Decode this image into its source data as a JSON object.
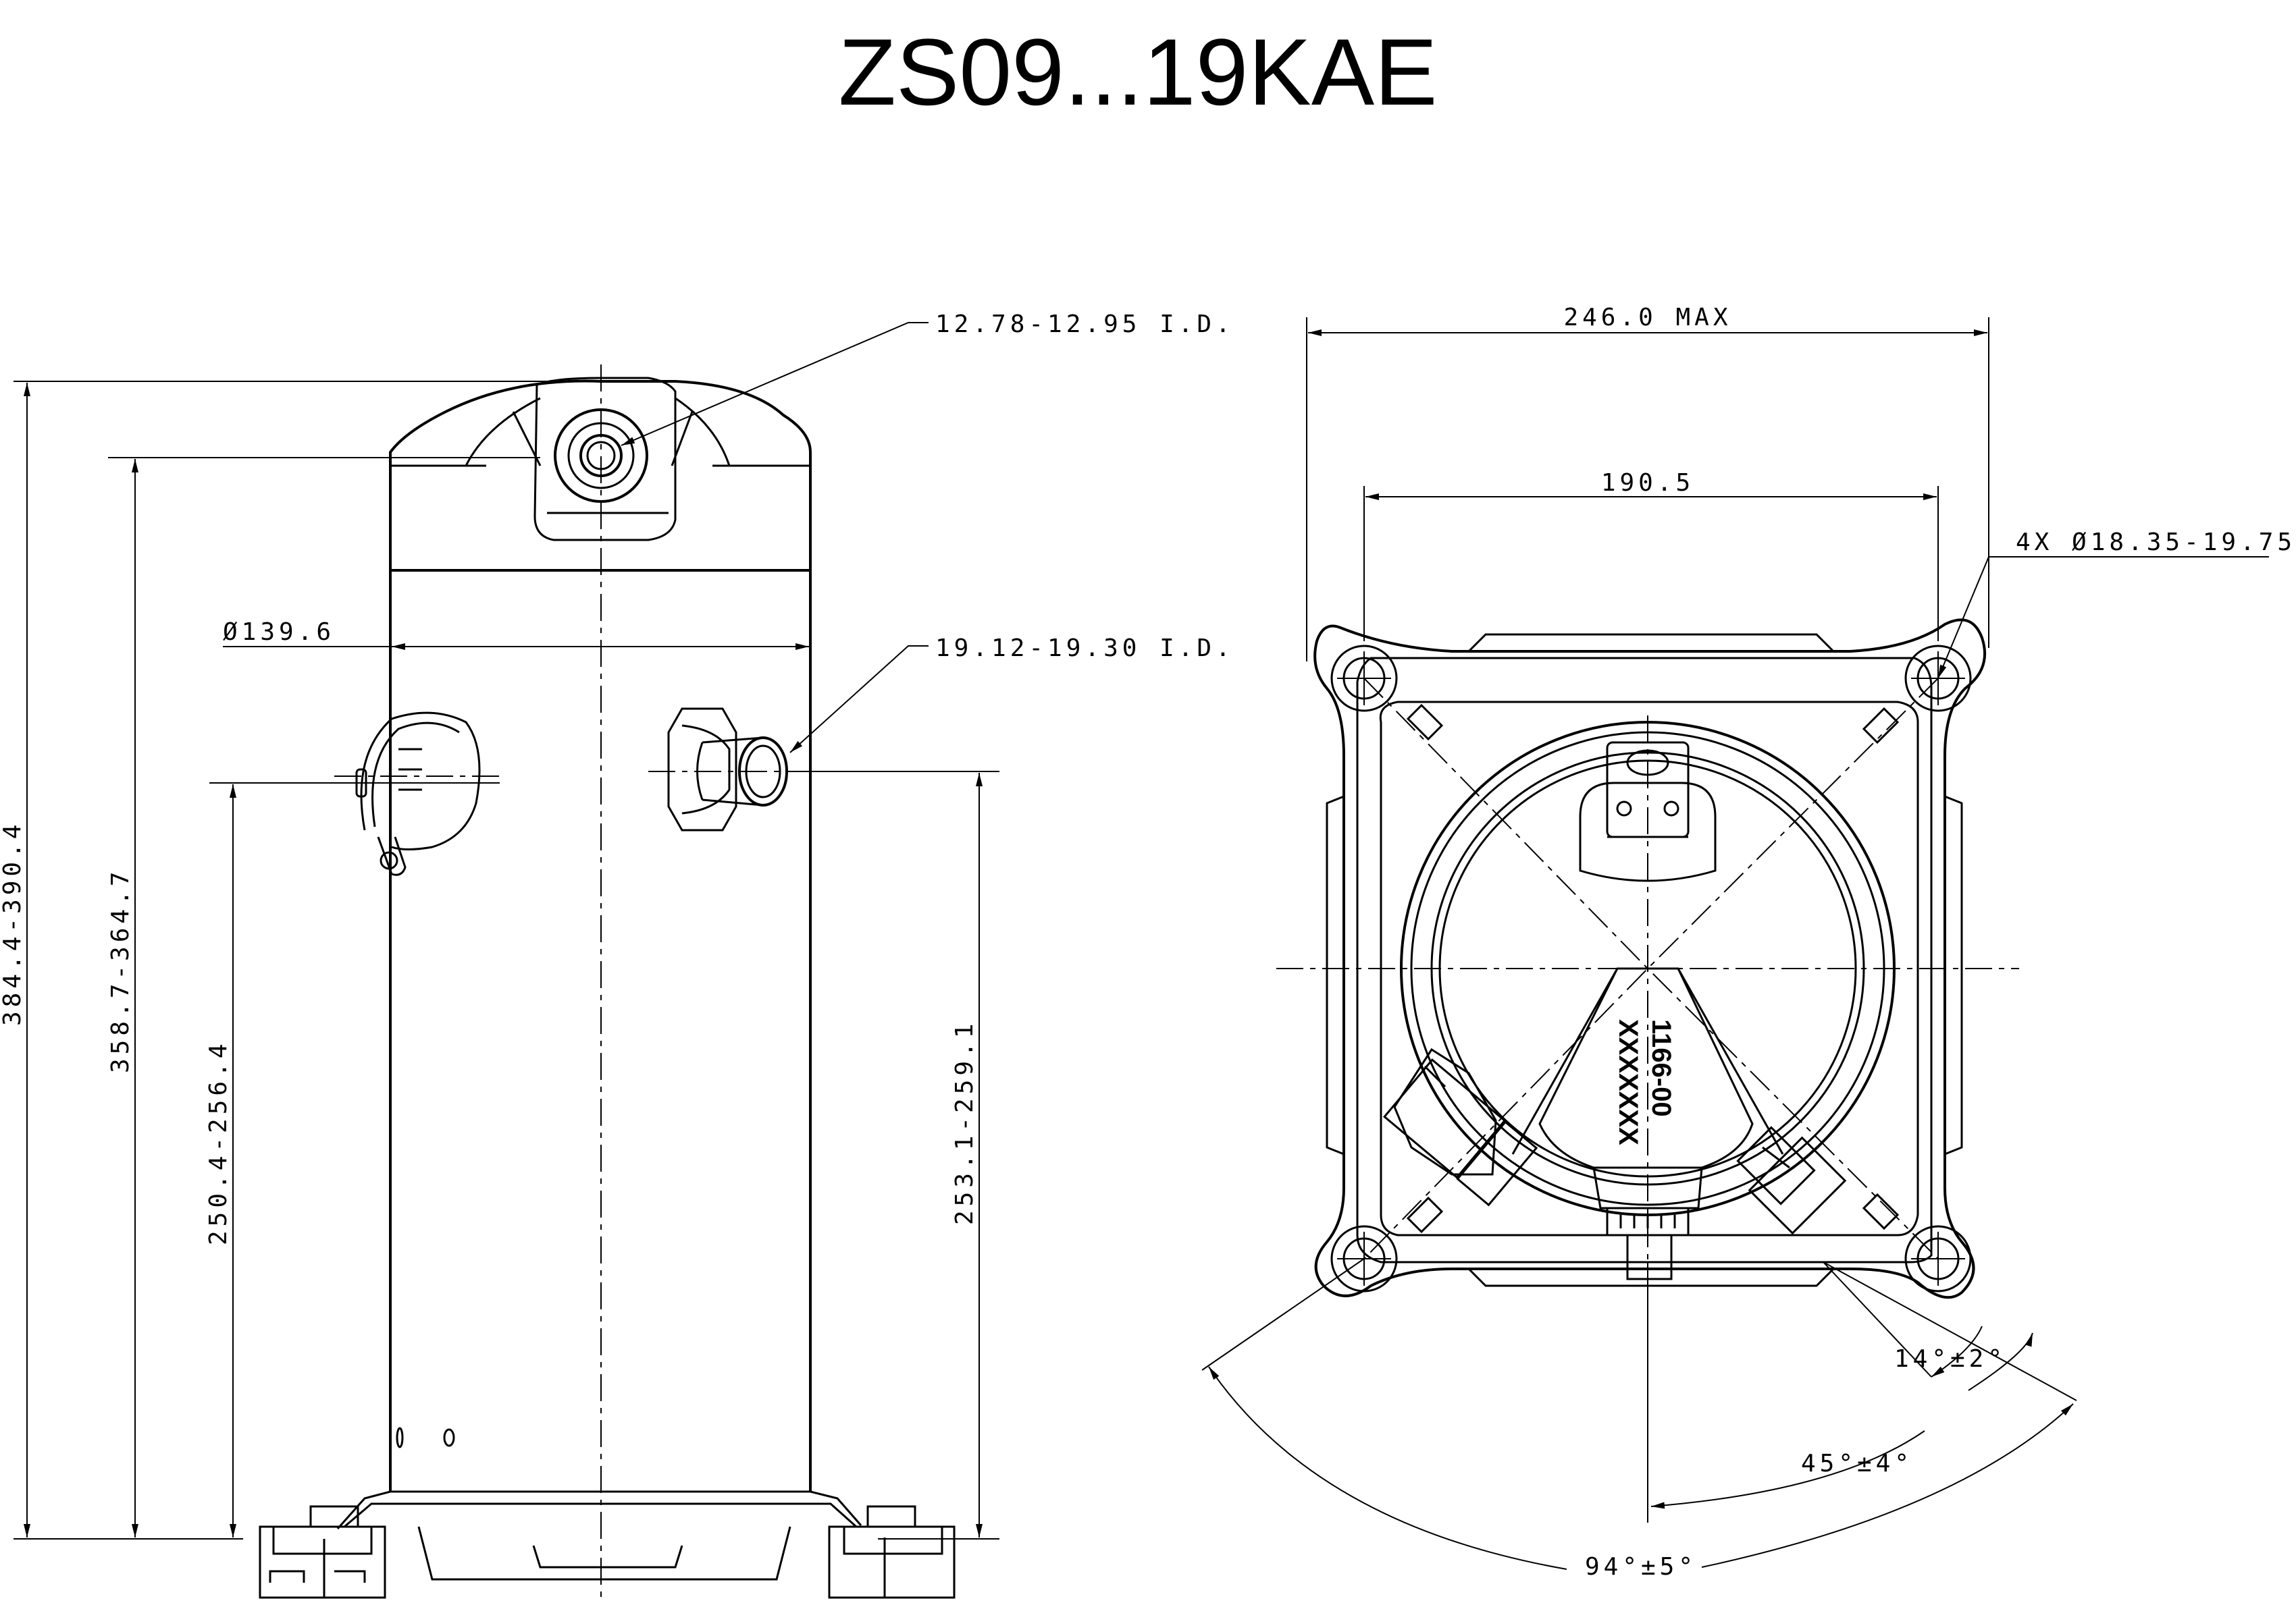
{
  "title": "ZS09...19KAE",
  "side_view": {
    "suction_id": "12.78-12.95 I.D.",
    "discharge_id": "19.12-19.30 I.D.",
    "shell_diameter": "Ø139.6",
    "overall_height": "384.4-390.4",
    "shoulder_height": "358.7-364.7",
    "terminal_height": "250.4-256.4",
    "discharge_height": "253.1-259.1"
  },
  "top_view": {
    "max_width": "246.0 MAX",
    "bolt_spacing": "190.5",
    "mount_holes": "4X Ø18.35-19.75",
    "angle_small": "14°±2°",
    "angle_mid": "45°±4°",
    "angle_large": "94°±5°",
    "marking_line1": "1166-00",
    "marking_line2": "XXXXXXX"
  }
}
